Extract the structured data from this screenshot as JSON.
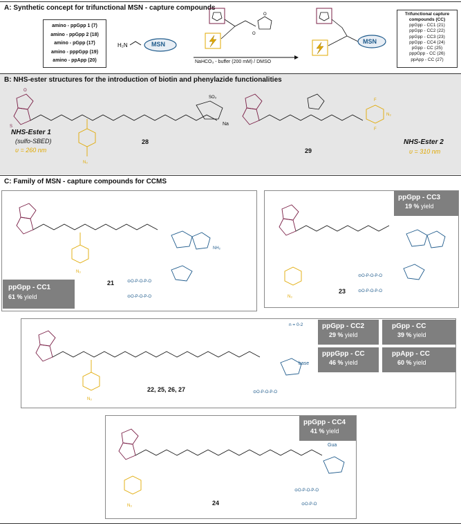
{
  "sectionA": {
    "title": "A: Synthetic concept for trifunctional MSN - capture compounds",
    "amino_list": [
      "amino - ppGpp 1 (7)",
      "amino - ppGpp 2 (18)",
      "amino - pGpp (17)",
      "amino - pppGpp (19)",
      "amino - ppApp (20)"
    ],
    "msn_label": "MSN",
    "reagent": "NaHCO₃ - buffer (200 mM) / DMSO",
    "product_title": "Trifunctional capture compounds (CC)",
    "products": [
      "ppGpp - CC1 (21)",
      "ppGpp - CC2 (22)",
      "ppGpp - CC3 (23)",
      "ppGpp - CC4 (24)",
      "pGpp - CC (25)",
      "pppGpp - CC (26)",
      "ppApp - CC (27)"
    ]
  },
  "sectionB": {
    "title": "B: NHS-ester structures for the introduction of biotin and phenylazide functionalities",
    "ester1_name": "NHS-Ester 1",
    "ester1_sub": "(sulfo-SBED)",
    "ester1_nu": "υ = 260 nm",
    "ester1_num": "28",
    "ester2_name": "NHS-Ester 2",
    "ester2_nu": "υ = 310 nm",
    "ester2_num": "29",
    "na": "Na"
  },
  "sectionC": {
    "title": "C: Family of MSN - capture compounds for CCMS",
    "cc1": {
      "name": "ppGpp - CC1",
      "yield_pct": "61 %",
      "yield_word": "yield",
      "num": "21"
    },
    "cc3": {
      "name": "ppGpp - CC3",
      "yield_pct": "19 %",
      "yield_word": "yield",
      "num": "23"
    },
    "cc2": {
      "name": "ppGpp - CC2",
      "yield_pct": "29 %",
      "yield_word": "yield"
    },
    "pgpp": {
      "name": "pGpp - CC",
      "yield_pct": "39 %",
      "yield_word": "yield"
    },
    "pppgpp": {
      "name": "pppGpp - CC",
      "yield_pct": "46 %",
      "yield_word": "yield"
    },
    "ppapp": {
      "name": "ppApp - CC",
      "yield_pct": "60 %",
      "yield_word": "yield"
    },
    "mid_num": "22, 25, 26, 27",
    "n_range": "n = 0-2",
    "base": "base",
    "cc4": {
      "name": "ppGpp - CC4",
      "yield_pct": "41 %",
      "yield_word": "yield",
      "num": "24"
    },
    "gua": "Gua"
  },
  "colors": {
    "maroon": "#7a1f46",
    "gold": "#e0a800",
    "blue": "#1f5b8c",
    "gray_box": "#7f7f7f"
  }
}
